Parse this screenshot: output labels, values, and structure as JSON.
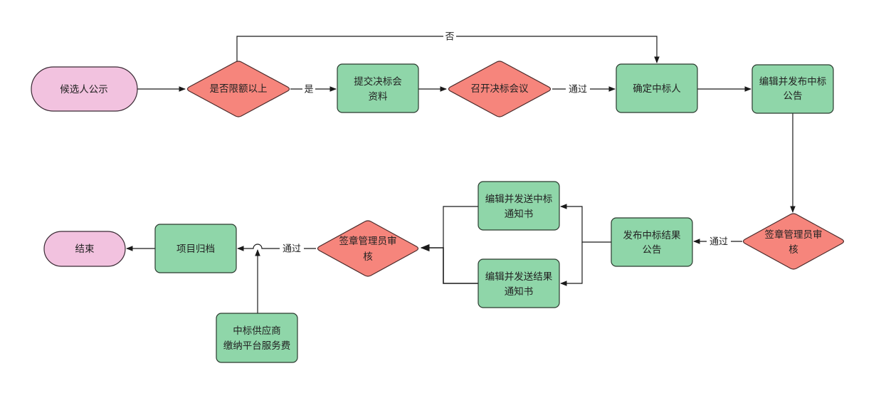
{
  "diagram": {
    "colors": {
      "terminal_fill": "#f2c2df",
      "process_fill": "#8fd6a9",
      "decision_fill": "#f6857c",
      "line": "#1a1a1a",
      "text": "#222222"
    },
    "nodes": [
      {
        "id": "start",
        "type": "terminal",
        "lines": [
          "候选人公示"
        ]
      },
      {
        "id": "decision-limit",
        "type": "decision",
        "lines": [
          "是否限额以上"
        ]
      },
      {
        "id": "submit-materials",
        "type": "process",
        "lines": [
          "提交决标会",
          "资料"
        ]
      },
      {
        "id": "decision-meeting",
        "type": "decision",
        "lines": [
          "召开决标会议"
        ]
      },
      {
        "id": "confirm-winner",
        "type": "process",
        "lines": [
          "确定中标人"
        ]
      },
      {
        "id": "publish-announcement",
        "type": "process",
        "lines": [
          "编辑并发布中标",
          "公告"
        ]
      },
      {
        "id": "decision-sign-review-1",
        "type": "decision",
        "lines": [
          "签章管理员审",
          "核"
        ]
      },
      {
        "id": "publish-result",
        "type": "process",
        "lines": [
          "发布中标结果",
          "公告"
        ]
      },
      {
        "id": "send-award-notice",
        "type": "process",
        "lines": [
          "编辑并发送中标",
          "通知书"
        ]
      },
      {
        "id": "send-result-notice",
        "type": "process",
        "lines": [
          "编辑并发送结果",
          "通知书"
        ]
      },
      {
        "id": "decision-sign-review-2",
        "type": "decision",
        "lines": [
          "签章管理员审",
          "核"
        ]
      },
      {
        "id": "archive",
        "type": "process",
        "lines": [
          "项目归档"
        ]
      },
      {
        "id": "end",
        "type": "terminal",
        "lines": [
          "结束"
        ]
      },
      {
        "id": "pay-fee",
        "type": "process",
        "lines": [
          "中标供应商",
          "缴纳平台服务费"
        ]
      }
    ],
    "edges": [
      {
        "from": "start",
        "to": "decision-limit",
        "label": ""
      },
      {
        "from": "decision-limit",
        "to": "submit-materials",
        "label": "是"
      },
      {
        "from": "decision-limit",
        "to": "confirm-winner",
        "label": "否"
      },
      {
        "from": "submit-materials",
        "to": "decision-meeting",
        "label": ""
      },
      {
        "from": "decision-meeting",
        "to": "confirm-winner",
        "label": "通过"
      },
      {
        "from": "confirm-winner",
        "to": "publish-announcement",
        "label": ""
      },
      {
        "from": "publish-announcement",
        "to": "decision-sign-review-1",
        "label": ""
      },
      {
        "from": "decision-sign-review-1",
        "to": "publish-result",
        "label": "通过"
      },
      {
        "from": "publish-result",
        "to": "send-award-notice",
        "label": ""
      },
      {
        "from": "publish-result",
        "to": "send-result-notice",
        "label": ""
      },
      {
        "from": "send-award-notice",
        "to": "decision-sign-review-2",
        "label": ""
      },
      {
        "from": "send-result-notice",
        "to": "decision-sign-review-2",
        "label": ""
      },
      {
        "from": "decision-sign-review-2",
        "to": "archive",
        "label": "通过"
      },
      {
        "from": "pay-fee",
        "to": "archive",
        "label": ""
      },
      {
        "from": "archive",
        "to": "end",
        "label": ""
      }
    ]
  }
}
